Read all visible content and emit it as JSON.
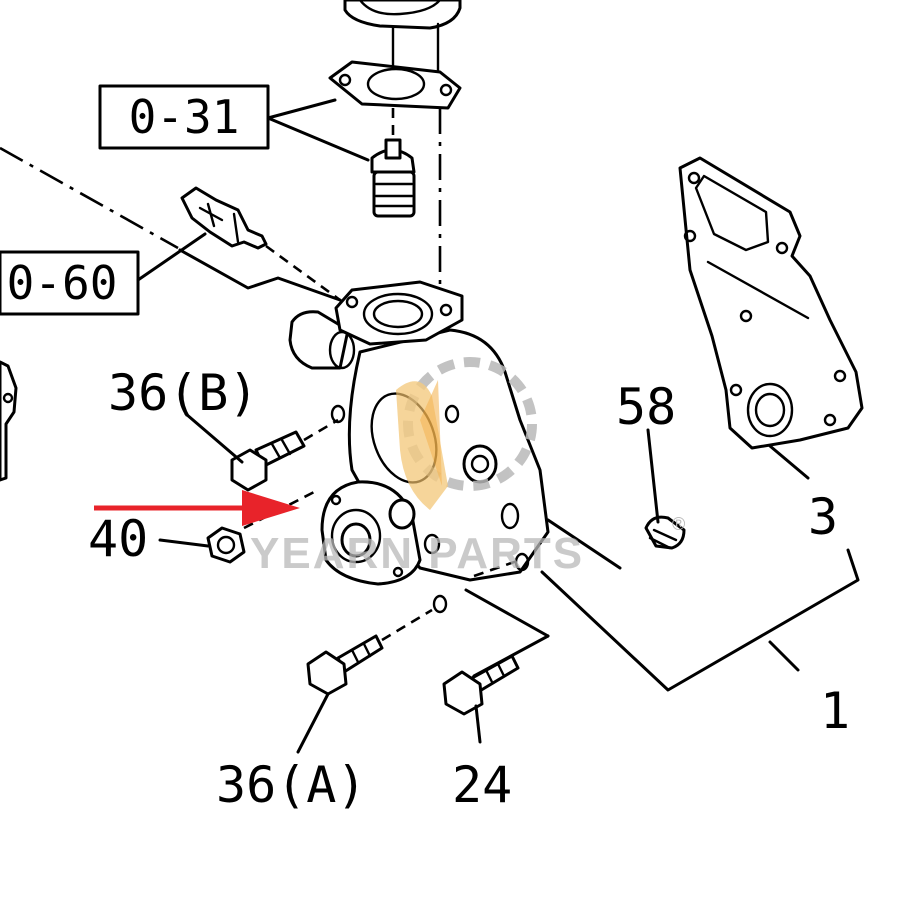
{
  "labels": {
    "ref_0_31": "0-31",
    "ref_0_60": "0-60",
    "part_36b": "36(B)",
    "part_40": "40",
    "part_58": "58",
    "part_3": "3",
    "part_1": "1",
    "part_36a": "36(A)",
    "part_24": "24"
  },
  "watermark": {
    "text": "YEARN PARTS",
    "registered": "®"
  },
  "colors": {
    "arrow": "#e8232a",
    "logo": "#f2c26b",
    "watermark": "#b8b8b8",
    "lines": "#000000"
  },
  "icons": {
    "arrow": "red-pointer-arrow-icon",
    "logo": "gear-logo-icon"
  }
}
